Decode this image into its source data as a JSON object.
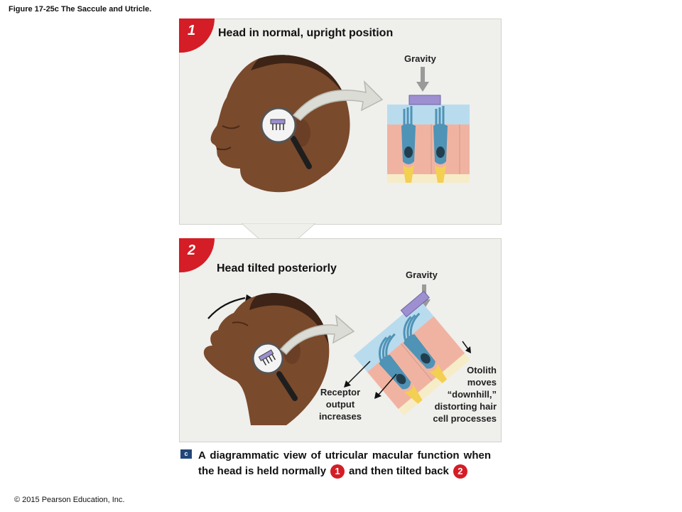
{
  "figure_title": "Figure 17-25c The Saccule and Utricle.",
  "copyright": "© 2015 Pearson Education, Inc.",
  "panel1": {
    "number": "1",
    "heading": "Head in normal, upright position",
    "gravity_label": "Gravity"
  },
  "panel2": {
    "number": "2",
    "heading": "Head tilted posteriorly",
    "gravity_label": "Gravity",
    "otolith_label_lines": [
      "Otolith",
      "moves",
      "“downhill,”",
      "distorting hair",
      "cell processes"
    ],
    "receptor_label_lines": [
      "Receptor",
      "output",
      "increases"
    ]
  },
  "caption": {
    "marker": "c",
    "text_part1": "A diagrammatic view of utricular macular function when the head is held normally",
    "ref1": "1",
    "text_part2": "and then tilted back",
    "ref2": "2"
  },
  "colors": {
    "badge_red": "#d41d26",
    "panel_bg": "#efefec",
    "endolymph_blue": "#b9dbee",
    "tissue_pink": "#f0b3a2",
    "hair_cell_blue": "#4f93b6",
    "otolith_purple": "#9d8fd0",
    "nerve_yellow": "#f3cf52",
    "skin_brown": "#7a4a2c"
  }
}
